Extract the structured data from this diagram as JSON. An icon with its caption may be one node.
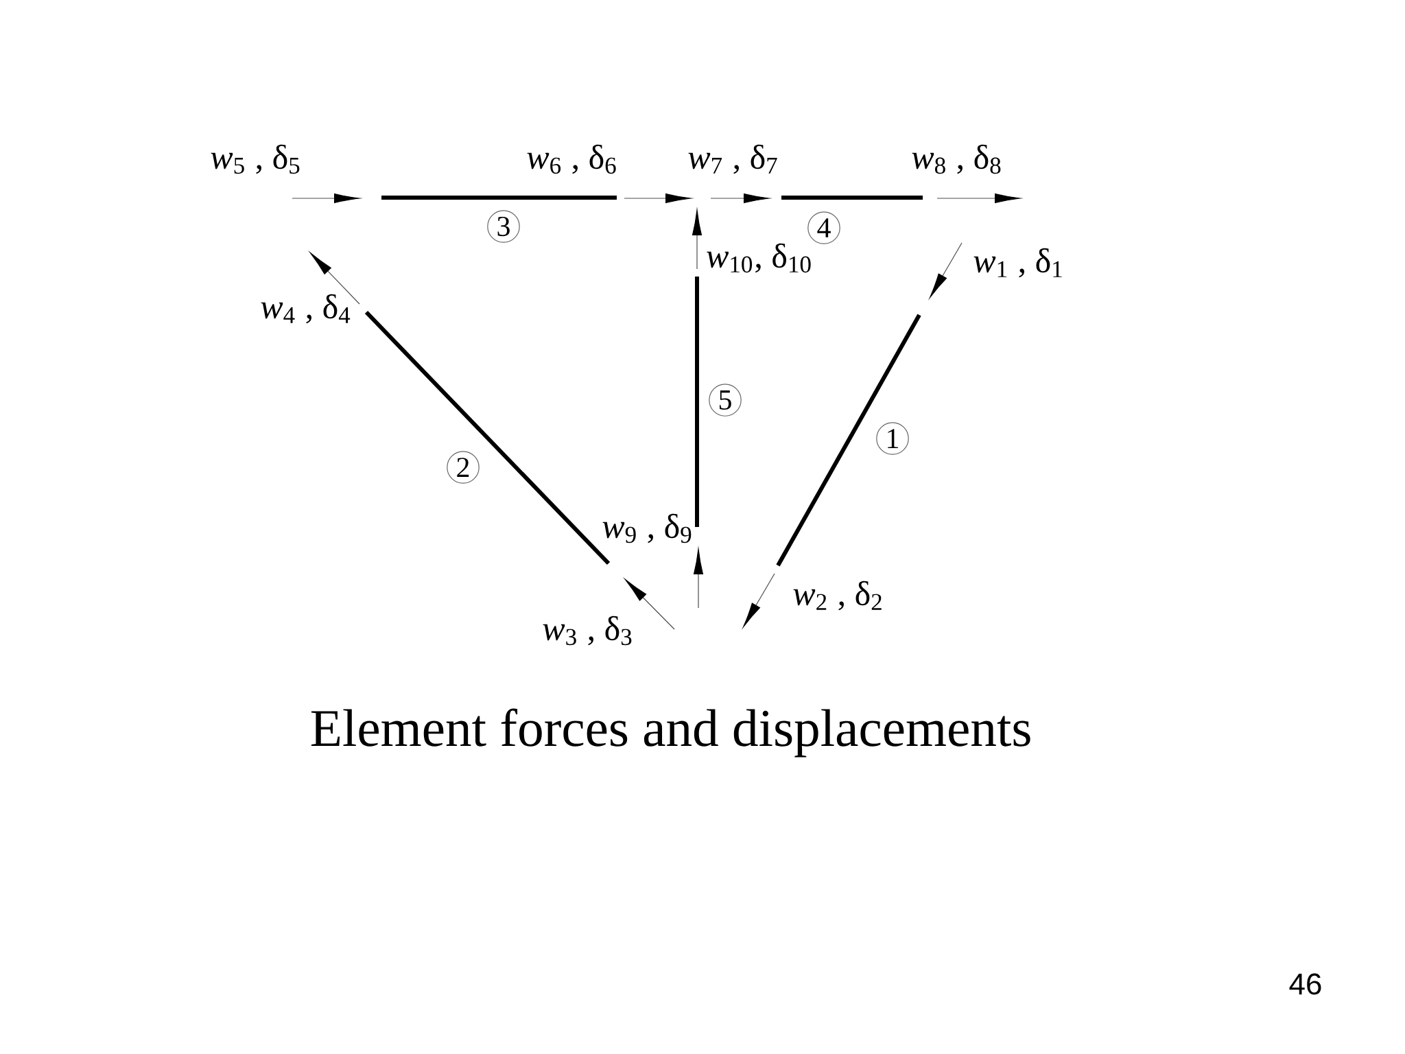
{
  "diagram": {
    "caption": "Element forces and displacements",
    "nodes": [
      {
        "text": [
          "3"
        ]
      },
      {
        "text": [
          "4"
        ]
      },
      {
        "text": [
          "5"
        ]
      },
      {
        "text": [
          "1"
        ]
      },
      {
        "text": [
          "2"
        ]
      }
    ],
    "labels": [
      "*w*$_{5}$ , δ$_{5}$",
      "*w*$_{6}$ , δ$_{6}$",
      "*w*$_{7}$ , δ$_{7}$",
      "*w*$_{8}$ , δ$_{8}$",
      "*w*$_{10}$, δ$_{10}$",
      "*w*$_{1}$ , δ$_{1}$",
      "*w*$_{4}$ , δ$_{4}$",
      "*w*$_{9}$ , δ$_{9}$",
      "*w*$_{2}$ , δ$_{2}$",
      "*w*$_{3}$ , δ$_{3}$",
      "46"
    ]
  }
}
